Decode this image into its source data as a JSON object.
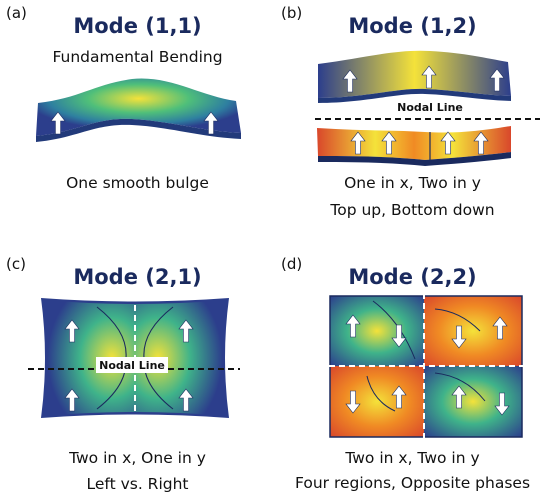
{
  "panels": {
    "a": {
      "label": "(a)",
      "title": "Mode (1,1)",
      "subtitle": "Fundamental Bending",
      "caption": "One smooth bulge"
    },
    "b": {
      "label": "(b)",
      "title": "Mode (1,2)",
      "nodal_label": "Nodal Line",
      "caption_line1": "One in x, Two in y",
      "caption_line2": "Top up, Bottom down"
    },
    "c": {
      "label": "(c)",
      "title": "Mode (2,1)",
      "nodal_label": "Nodal Line",
      "caption_line1": "Two in x, One in y",
      "caption_line2": "Left vs. Right"
    },
    "d": {
      "label": "(d)",
      "title": "Mode (2,2)",
      "caption_line1": "Two in x, Two in y",
      "caption_line2": "Four regions, Opposite phases"
    }
  },
  "colors": {
    "title": "#1a2a5e",
    "deep_blue": "#2c3e8c",
    "teal": "#2aa59a",
    "yellow": "#f4e23a",
    "orange": "#f08a24",
    "red": "#d9472b"
  }
}
